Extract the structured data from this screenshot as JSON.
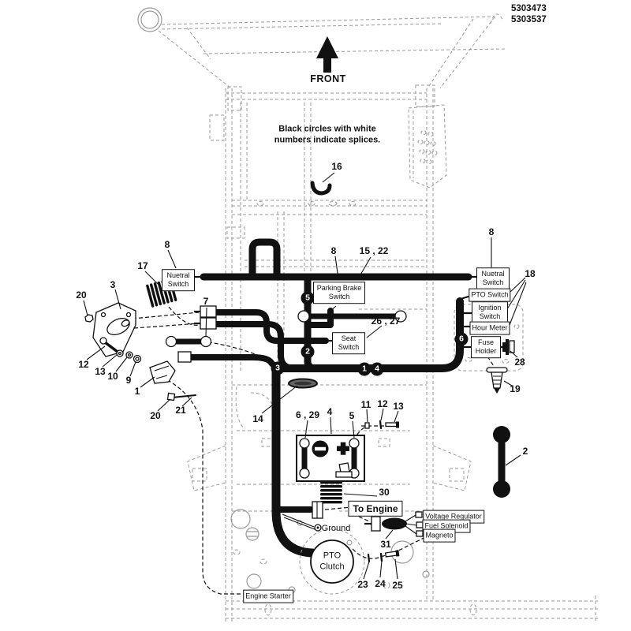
{
  "colors": {
    "ink": "#111111",
    "chassis": "#9a9a9a",
    "paper": "#ffffff"
  },
  "header": {
    "part_numbers": [
      "5303473",
      "5303537"
    ]
  },
  "orientation": {
    "front_label": "FRONT"
  },
  "note": {
    "line1": "Black circles with white",
    "line2": "numbers indicate splices."
  },
  "component_labels": {
    "neutral_switch_left": "Nuetral Switch",
    "neutral_switch_right": "Nuetral Switch",
    "parking_brake_switch": "Parking Brake Switch",
    "seat_switch": "Seat Switch",
    "pto_switch": "PTO Switch",
    "ignition_switch": "Ignition Switch",
    "hour_meter": "Hour Meter",
    "fuse_holder": "Fuse Holder",
    "to_engine": "To Engine",
    "voltage_regulator": "Voltage Regulator",
    "fuel_solenoid": "Fuel Solenoid",
    "magneto": "Magneto",
    "engine_starter": "Engine Starter",
    "ground": "Ground",
    "pto_clutch": "PTO\nClutch"
  },
  "callouts": {
    "c16": "16",
    "c8_left": "8",
    "c17": "17",
    "c3": "3",
    "c20_a": "20",
    "c7": "7",
    "c12_a": "12",
    "c13_a": "13",
    "c10": "10",
    "c9": "9",
    "c1": "1",
    "c20_b": "20",
    "c21": "21",
    "c14": "14",
    "c8_mid": "8",
    "c15_22": "15 , 22",
    "c26_27": "26 , 27",
    "c6_29": "6 , 29",
    "c4": "4",
    "c5": "5",
    "c11": "11",
    "c12_b": "12",
    "c13_b": "13",
    "c8_right": "8",
    "c18": "18",
    "c28": "28",
    "c19": "19",
    "c2": "2",
    "c30": "30",
    "c31": "31",
    "c23": "23",
    "c24": "24",
    "c25": "25"
  },
  "splices": {
    "s1": "1",
    "s2": "2",
    "s3": "3",
    "s4": "4",
    "s5": "5",
    "s6": "6"
  }
}
